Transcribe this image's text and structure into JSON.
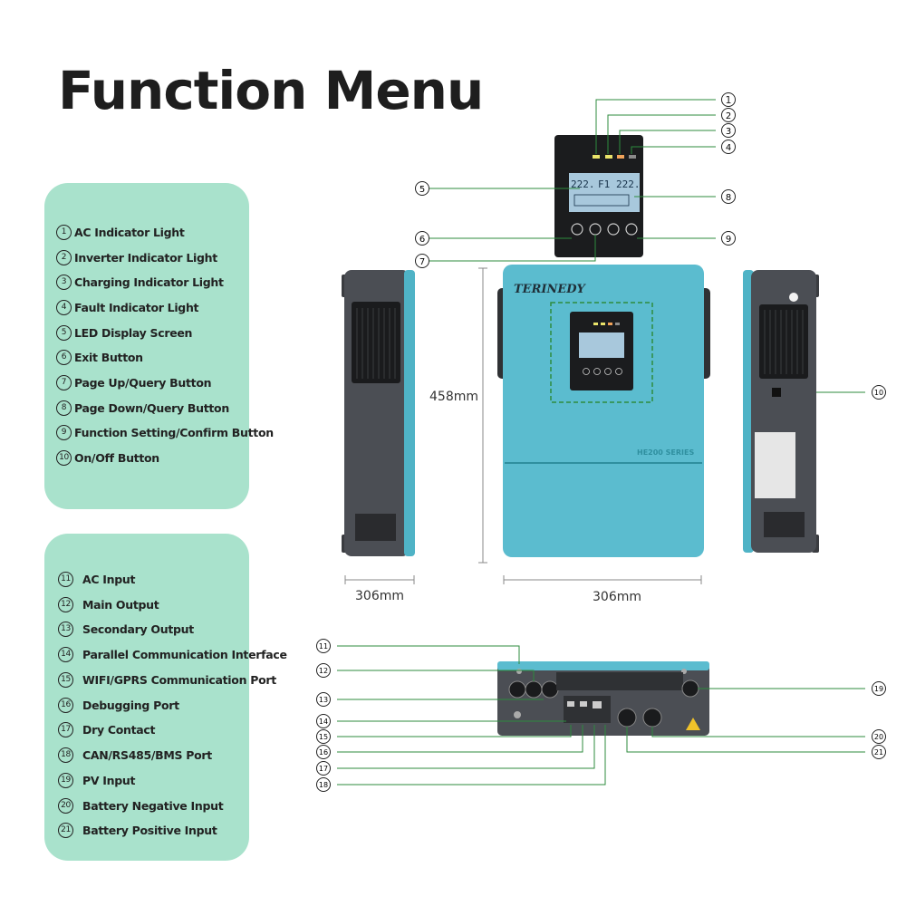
{
  "title": "Function Menu",
  "front_panel_legend": [
    {
      "num": "1",
      "label": "AC Indicator Light"
    },
    {
      "num": "2",
      "label": "Inverter Indicator Light"
    },
    {
      "num": "3",
      "label": "Charging Indicator Light"
    },
    {
      "num": "4",
      "label": "Fault Indicator Light"
    },
    {
      "num": "5",
      "label": "LED Display Screen"
    },
    {
      "num": "6",
      "label": "Exit Button"
    },
    {
      "num": "7",
      "label": "Page Up/Query Button"
    },
    {
      "num": "8",
      "label": "Page Down/Query Button"
    },
    {
      "num": "9",
      "label": "Function Setting/Confirm Button"
    },
    {
      "num": "10",
      "label": "On/Off Button"
    }
  ],
  "bottom_panel_legend": [
    {
      "num": "11",
      "label": "AC Input"
    },
    {
      "num": "12",
      "label": "Main Output"
    },
    {
      "num": "13",
      "label": "Secondary Output"
    },
    {
      "num": "14",
      "label": "Parallel Communication Interface"
    },
    {
      "num": "15",
      "label": "WIFI/GPRS Communication Port"
    },
    {
      "num": "16",
      "label": "Debugging Port"
    },
    {
      "num": "17",
      "label": "Dry Contact"
    },
    {
      "num": "18",
      "label": "CAN/RS485/BMS Port"
    },
    {
      "num": "19",
      "label": "PV Input"
    },
    {
      "num": "20",
      "label": "Battery Negative Input"
    },
    {
      "num": "21",
      "label": "Battery Positive Input"
    }
  ],
  "dimensions": {
    "height": "458mm",
    "side_width": "306mm",
    "front_width": "306mm"
  },
  "product": {
    "brand": "TERINEDY",
    "series": "HE200 SERIES"
  },
  "colors": {
    "panel_bg": "#a9e2cc",
    "body_teal": "#5bbccf",
    "dark_grey": "#4a4d52",
    "callout_line": "#2e8b3e"
  }
}
